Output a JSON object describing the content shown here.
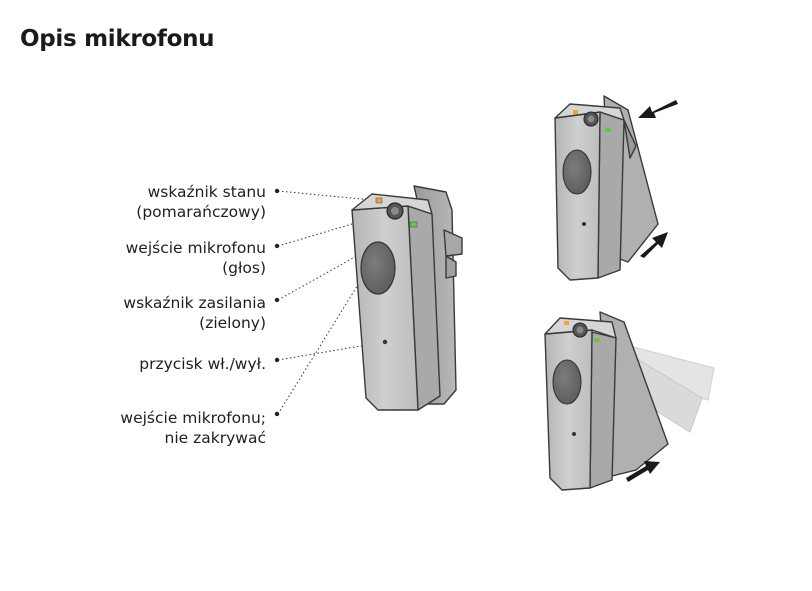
{
  "page": {
    "title": "Opis mikrofonu"
  },
  "labels": [
    {
      "id": "status-led",
      "lines": [
        "wskaźnik stanu",
        "(pomarańczowy)"
      ]
    },
    {
      "id": "mic-input-voice",
      "lines": [
        "wejście mikrofonu",
        "(głos)"
      ]
    },
    {
      "id": "power-led",
      "lines": [
        "wskaźnik zasilania",
        "(zielony)"
      ]
    },
    {
      "id": "power-button",
      "lines": [
        "przycisk wł./wył."
      ]
    },
    {
      "id": "mic-input-nocover",
      "lines": [
        "wejście mikrofonu;",
        "nie zakrywać"
      ]
    }
  ],
  "colors": {
    "device_body": "#c4c4c4",
    "device_dark": "#8e8e8e",
    "outline": "#3a3a3a",
    "status_led": "#f0a040",
    "power_led": "#6cc24a",
    "mic_grille": "#6d6d6d"
  }
}
